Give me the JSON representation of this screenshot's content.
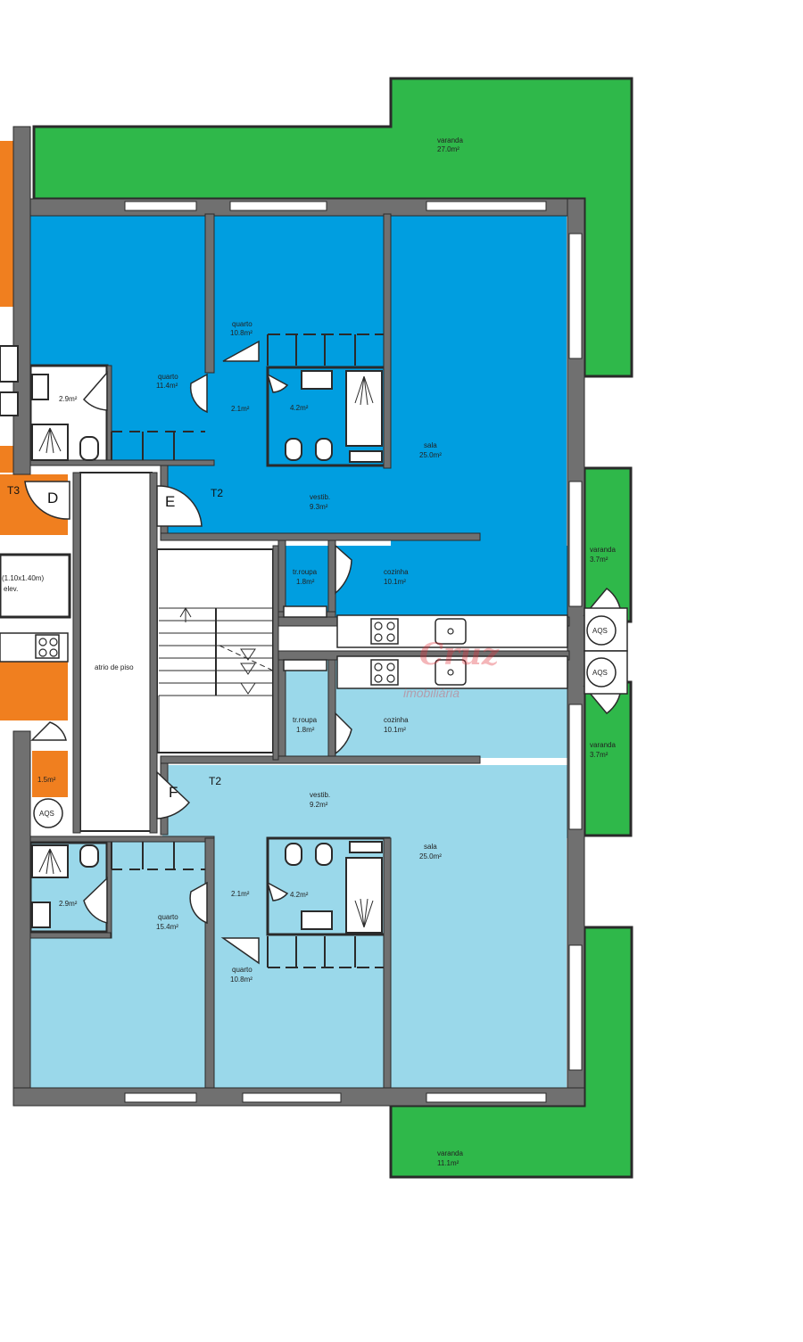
{
  "colors": {
    "wall": "#707070",
    "wall_edge": "#2a2a2a",
    "apartment_e": "#009ee0",
    "apartment_f": "#9ad8ea",
    "balcony": "#2fb84a",
    "neighbour": "#f07f1f",
    "common": "#ffffff",
    "watermark": "#e0303a"
  },
  "apartment_e": {
    "letter": "E",
    "typology": "T2",
    "varanda_top": {
      "name": "varanda",
      "area": "27.0m²"
    },
    "quarto_left": {
      "name": "quarto",
      "area": "11.4m²"
    },
    "quarto_mid": {
      "name": "quarto",
      "area": "10.8m²"
    },
    "wc_left": {
      "area": "2.9m²"
    },
    "corridor": {
      "area": "2.1m²"
    },
    "wc_mid": {
      "area": "4.2m²"
    },
    "sala": {
      "name": "sala",
      "area": "25.0m²"
    },
    "vestib": {
      "name": "vestib.",
      "area": "9.3m²"
    },
    "rouparia": {
      "name": "tr.roupa",
      "area": "1.8m²"
    },
    "cozinha": {
      "name": "cozinha",
      "area": "10.1m²"
    },
    "varanda_side": {
      "name": "varanda",
      "area": "3.7m²"
    },
    "aqs": "AQS"
  },
  "apartment_f": {
    "letter": "F",
    "typology": "T2",
    "varanda_side": {
      "name": "varanda",
      "area": "3.7m²"
    },
    "rouparia": {
      "name": "tr.roupa",
      "area": "1.8m²"
    },
    "cozinha": {
      "name": "cozinha",
      "area": "10.1m²"
    },
    "vestib": {
      "name": "vestib.",
      "area": "9.2m²"
    },
    "sala": {
      "name": "sala",
      "area": "25.0m²"
    },
    "wc_left": {
      "area": "2.9m²"
    },
    "corridor": {
      "area": "2.1m²"
    },
    "wc_mid": {
      "area": "4.2m²"
    },
    "quarto_left": {
      "name": "quarto",
      "area": "15.4m²"
    },
    "quarto_mid": {
      "name": "quarto",
      "area": "10.8m²"
    },
    "varanda_bottom": {
      "name": "varanda",
      "area": "11.1m²"
    },
    "aqs": "AQS"
  },
  "apartment_d": {
    "letter": "D",
    "typology": "T3",
    "small_room": {
      "area": "1.5m²"
    },
    "aqs": "AQS"
  },
  "common": {
    "atrio": "atrio de piso",
    "elevator_size": "(1.10x1.40m)",
    "elevator": "elev."
  },
  "watermark": {
    "brand": "Cruz",
    "tagline": "imobiliária"
  }
}
